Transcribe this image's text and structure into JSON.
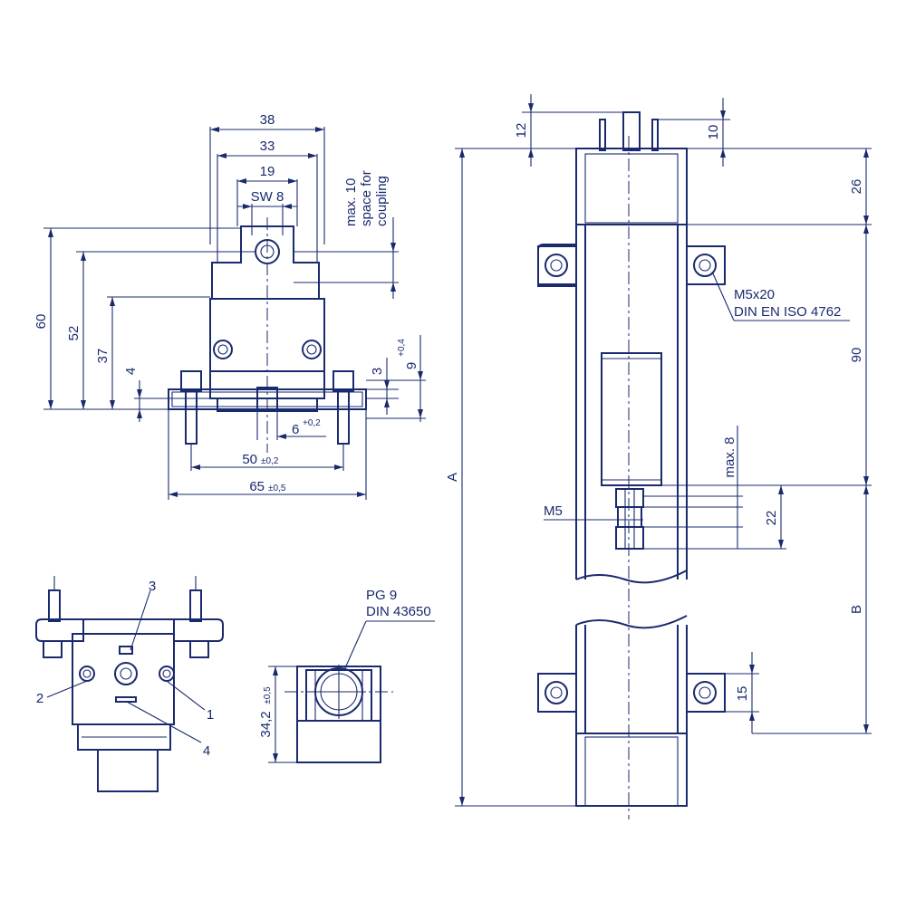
{
  "front_view": {
    "dims": {
      "w38": "38",
      "w33": "33",
      "w19": "19",
      "sw8": "SW 8",
      "coupling_note_1": "max. 10",
      "coupling_note_2": "space for",
      "coupling_note_3": "coupling",
      "h60": "60",
      "h52": "52",
      "h37": "37",
      "h4": "4",
      "h3": "3",
      "h9": "9",
      "tol_h9": "+0,4",
      "w6": "6",
      "tol_w6": "+0,2",
      "w50": "50",
      "tol_w50": "±0,2",
      "w65": "65",
      "tol_w65": "±0,5"
    }
  },
  "bottom_view": {
    "labels": {
      "p1": "1",
      "p2": "2",
      "p3": "3",
      "p4": "4"
    }
  },
  "connector_view": {
    "label_1": "PG 9",
    "label_2": "DIN 43650",
    "height": "34,2",
    "tol_height": "±0,5"
  },
  "side_view": {
    "dims": {
      "top12": "12",
      "top10": "10",
      "d26": "26",
      "d90": "90",
      "screw_1": "M5x20",
      "screw_2": "DIN EN ISO 4762",
      "max8": "max. 8",
      "m5": "M5",
      "d22": "22",
      "dA": "A",
      "dB": "B",
      "d15": "15"
    }
  }
}
